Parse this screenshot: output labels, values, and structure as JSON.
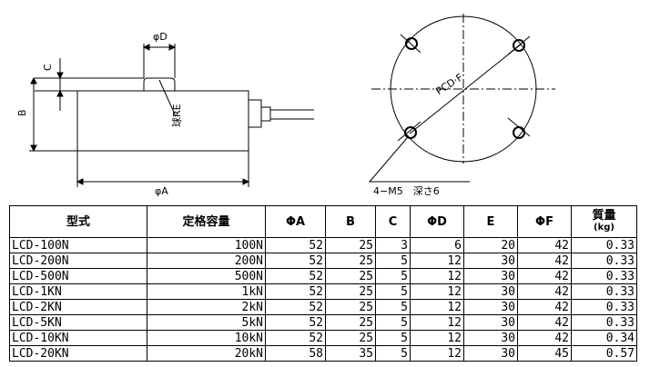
{
  "drawing": {
    "side_view": {
      "dim_phiD": "φD",
      "dim_C": "C",
      "dim_B": "B",
      "dim_phiA": "φA",
      "label_R": "球RE"
    },
    "flange_view": {
      "pcd_label": "PCD·F",
      "hole_note": "4−M5　深さ6"
    }
  },
  "table": {
    "headers": [
      "型式",
      "定格容量",
      "ΦA",
      "B",
      "C",
      "ΦD",
      "E",
      "ΦF",
      "質量"
    ],
    "mass_unit": "(kg)",
    "rows": [
      [
        "LCD-100N",
        "100N",
        "52",
        "25",
        "3",
        "6",
        "20",
        "42",
        "0.33"
      ],
      [
        "LCD-200N",
        "200N",
        "52",
        "25",
        "5",
        "12",
        "30",
        "42",
        "0.33"
      ],
      [
        "LCD-500N",
        "500N",
        "52",
        "25",
        "5",
        "12",
        "30",
        "42",
        "0.33"
      ],
      [
        "LCD-1KN",
        "1kN",
        "52",
        "25",
        "5",
        "12",
        "30",
        "42",
        "0.33"
      ],
      [
        "LCD-2KN",
        "2kN",
        "52",
        "25",
        "5",
        "12",
        "30",
        "42",
        "0.33"
      ],
      [
        "LCD-5KN",
        "5kN",
        "52",
        "25",
        "5",
        "12",
        "30",
        "42",
        "0.33"
      ],
      [
        "LCD-10KN",
        "10kN",
        "52",
        "25",
        "5",
        "12",
        "30",
        "42",
        "0.34"
      ],
      [
        "LCD-20KN",
        "20kN",
        "58",
        "35",
        "5",
        "12",
        "30",
        "45",
        "0.57"
      ]
    ]
  }
}
